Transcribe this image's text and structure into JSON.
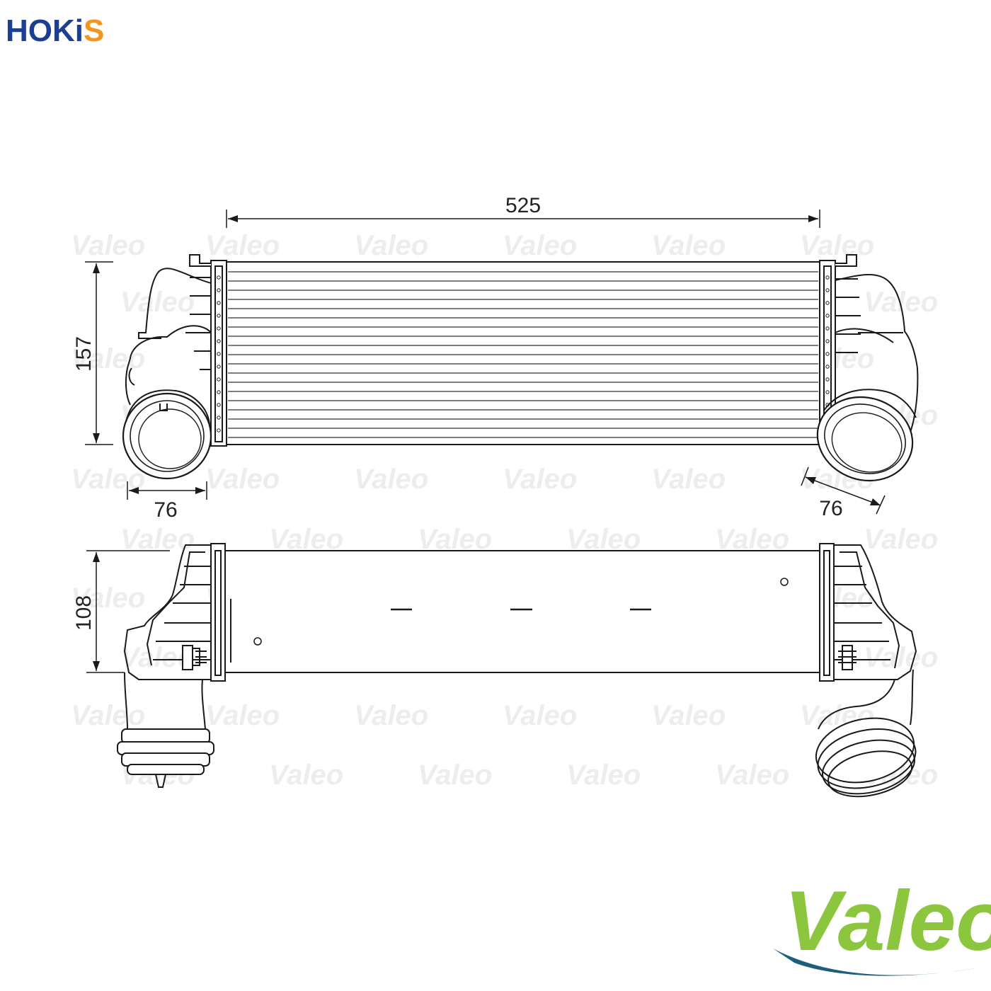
{
  "brand": {
    "retailer": {
      "part1": "HOKi",
      "part2": "S",
      "color_main": "#1d3f91",
      "color_accent": "#f7941d"
    },
    "manufacturer": {
      "name": "Valeo",
      "color": "#8cc63f",
      "swoosh_color": "#1d5f7a"
    }
  },
  "watermark": {
    "text": "Valeo"
  },
  "dimensions": {
    "length": "525",
    "height_front": "157",
    "depth_top": "108",
    "inlet_left": "76",
    "inlet_right": "76"
  },
  "colors": {
    "line": "#1a1a1a",
    "fin": "#555555"
  }
}
